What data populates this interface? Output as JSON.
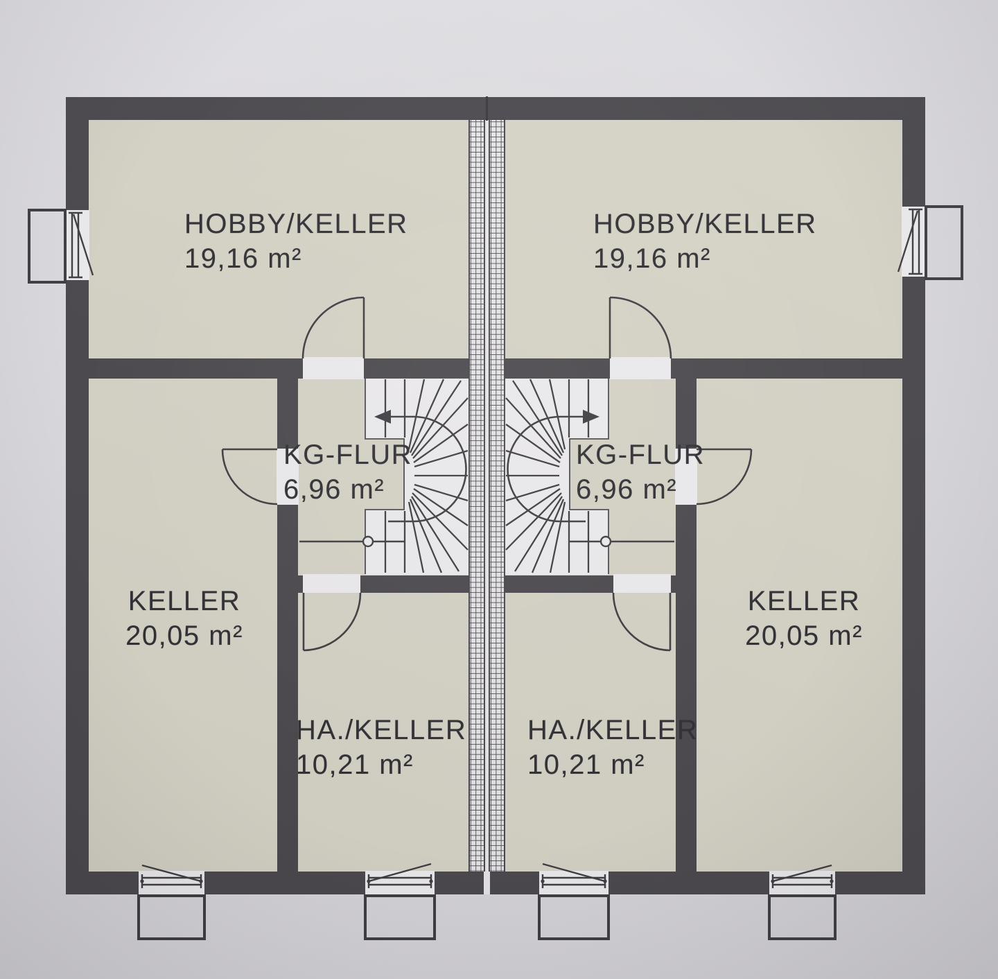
{
  "floorplan": {
    "colors": {
      "background": "#dcdbdf",
      "wall": "#4a484c",
      "room_fill": "#d6d4c6",
      "stair_fill": "#edecee",
      "line": "#3e3d41",
      "label": "#2f2e33"
    },
    "units": [
      {
        "side": "left",
        "rooms": [
          {
            "name": "HOBBY/KELLER",
            "area": "19,16 m²"
          },
          {
            "name": "KG-FLUR",
            "area": "6,96 m²"
          },
          {
            "name": "KELLER",
            "area": "20,05 m²"
          },
          {
            "name": "HA./KELLER",
            "area": "10,21 m²"
          }
        ]
      },
      {
        "side": "right",
        "rooms": [
          {
            "name": "HOBBY/KELLER",
            "area": "19,16 m²"
          },
          {
            "name": "KG-FLUR",
            "area": "6,96 m²"
          },
          {
            "name": "KELLER",
            "area": "20,05 m²"
          },
          {
            "name": "HA./KELLER",
            "area": "10,21 m²"
          }
        ]
      }
    ]
  }
}
